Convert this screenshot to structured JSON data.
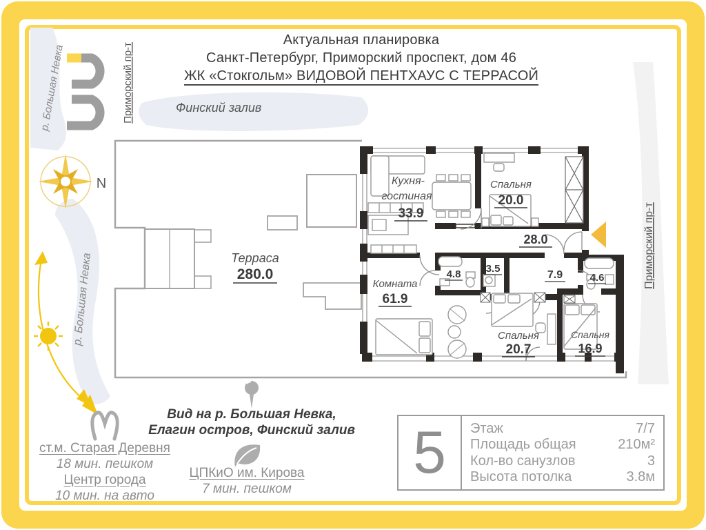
{
  "title": {
    "line1": "Актуальная планировка",
    "line2": "Санкт-Петербург, Приморский проспект, дом 46",
    "line3": "ЖК «Стокгольм» ВИДОВОЙ ПЕНТХАУС С ТЕРРАСОЙ"
  },
  "map_labels": {
    "gulf": "Финский залив",
    "river_top": "р. Большая Невка",
    "river_left": "р. Большая Невка",
    "avenue_left": "Приморский пр-т",
    "avenue_right": "Приморский пр-т",
    "compass_north": "N"
  },
  "plan": {
    "terrace": {
      "name": "Терраса",
      "area": "280.0"
    },
    "kitchen": {
      "name_line1": "Кухня-",
      "name_line2": "гостиная",
      "area": "33.9"
    },
    "bedroom1": {
      "name": "Спальня",
      "area": "20.0"
    },
    "hall": {
      "area": "28.0"
    },
    "closet": {
      "area": "3.5"
    },
    "bath1": {
      "area": "4.8"
    },
    "hall2": {
      "area": "7.9"
    },
    "bath2": {
      "area": "4.6"
    },
    "room": {
      "name": "Комната",
      "area": "61.9"
    },
    "bedroom2": {
      "name": "Спальня",
      "area": "20.7"
    },
    "bedroom3": {
      "name": "Спальня",
      "area": "16.9"
    }
  },
  "view_note": {
    "line1": "Вид на р. Большая Невка,",
    "line2": "Елагин остров, Финский залив"
  },
  "transport": {
    "metro_station": "ст.м. Старая Деревня",
    "metro_time": "18 мин. пешком",
    "center": "Центр города",
    "center_time": "10 мин. на авто",
    "park": "ЦПКиО им. Кирова",
    "park_time": "7 мин. пешком"
  },
  "info": {
    "big_number": "5",
    "row1_label": "Этаж",
    "row1_value": "7/7",
    "row2_label": "Площадь общая",
    "row2_value": "210м²",
    "row3_label": "Кол-во санузлов",
    "row3_value": "3",
    "row4_label": "Высота потолка",
    "row4_value": "3.8м"
  },
  "colors": {
    "frame_yellow": "#FBD54E",
    "accent_gold": "#F2BB3D",
    "wall_black": "#2E2A27",
    "water_blue": "#EAEDF3",
    "road_gray": "#F2F2F2",
    "gray_text": "#8E8E8E",
    "dark_text": "#3B3B3B"
  }
}
